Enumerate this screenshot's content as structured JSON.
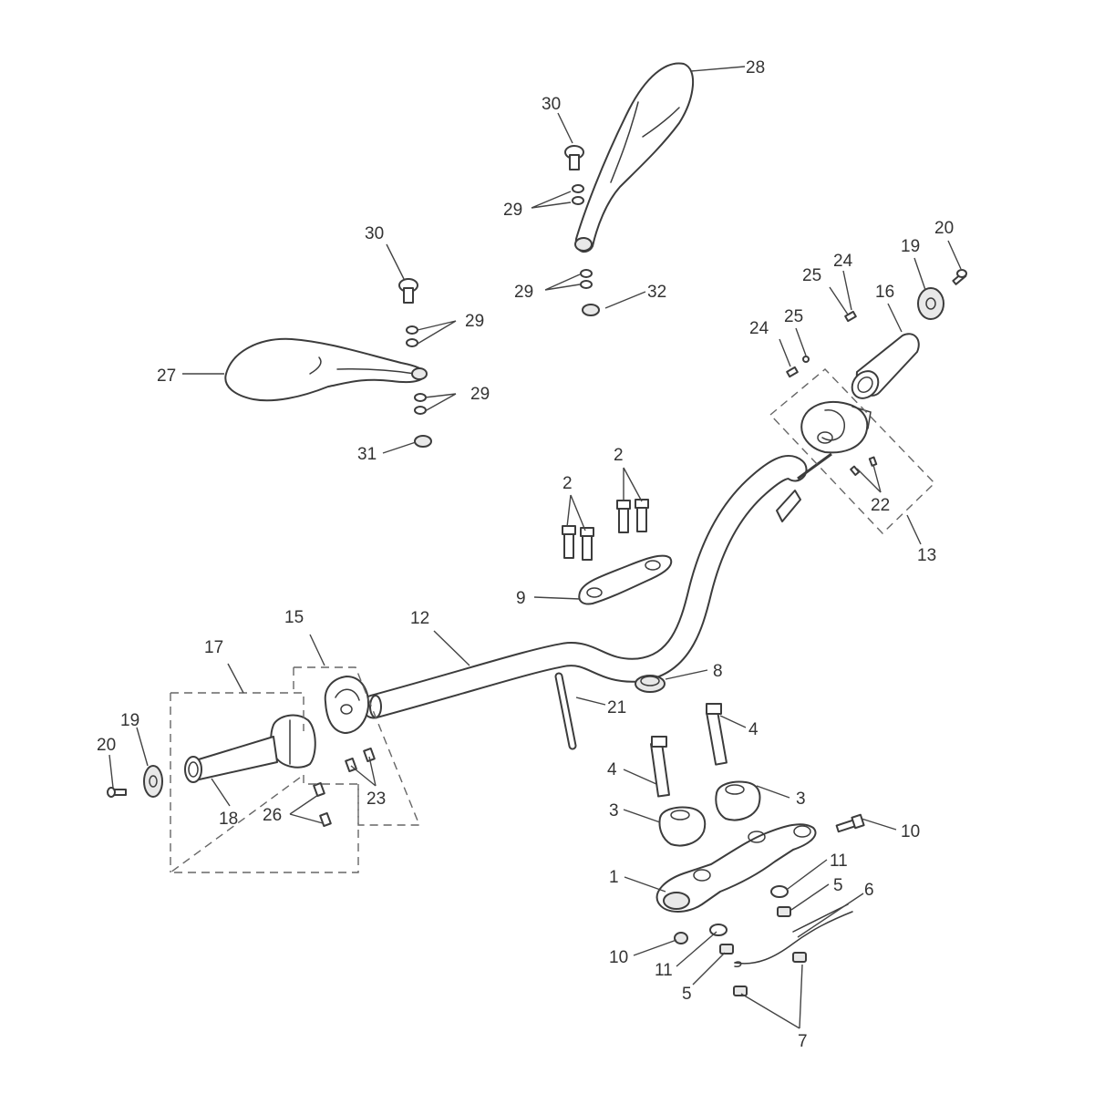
{
  "callouts": {
    "c1": "1",
    "c2a": "2",
    "c2b": "2",
    "c3a": "3",
    "c3b": "3",
    "c4a": "4",
    "c4b": "4",
    "c5a": "5",
    "c5b": "5",
    "c6": "6",
    "c7": "7",
    "c8": "8",
    "c9": "9",
    "c10a": "10",
    "c10b": "10",
    "c11a": "11",
    "c11b": "11",
    "c12": "12",
    "c13": "13",
    "c15": "15",
    "c16": "16",
    "c17": "17",
    "c18": "18",
    "c19a": "19",
    "c19b": "19",
    "c20a": "20",
    "c20b": "20",
    "c21": "21",
    "c22": "22",
    "c23": "23",
    "c24a": "24",
    "c24b": "24",
    "c25a": "25",
    "c25b": "25",
    "c26": "26",
    "c27": "27",
    "c28": "28",
    "c29a": "29",
    "c29b": "29",
    "c29c": "29",
    "c29d": "29",
    "c30a": "30",
    "c30b": "30",
    "c31": "31",
    "c32": "32"
  }
}
